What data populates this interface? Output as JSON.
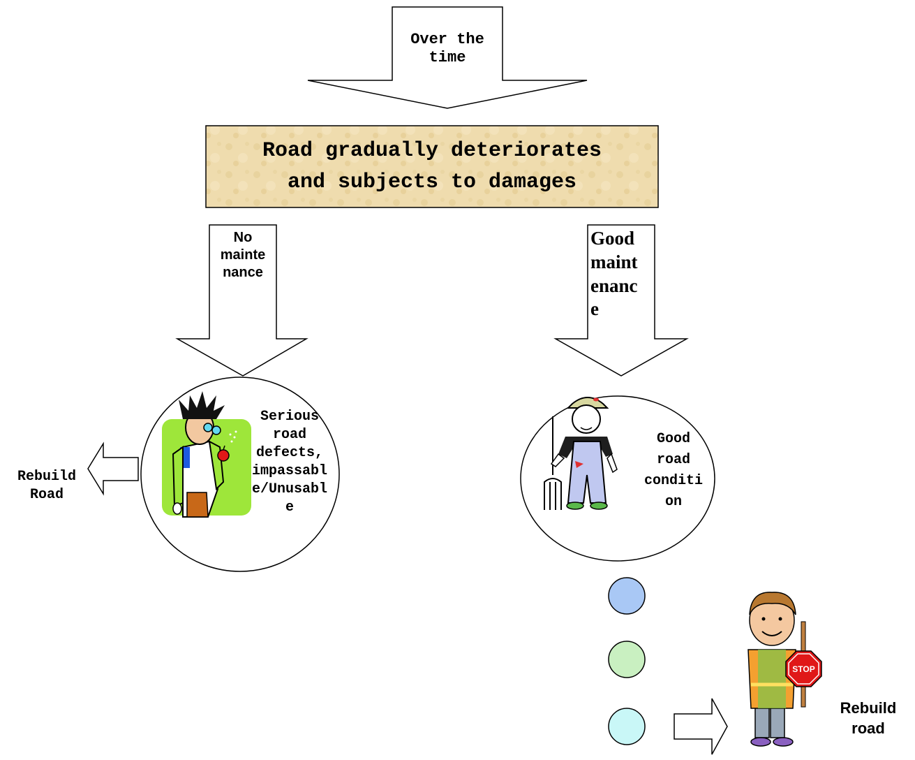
{
  "top_arrow": {
    "text": "Over the time"
  },
  "main_box": {
    "line1": "Road gradually deteriorates",
    "line2": "and subjects to damages"
  },
  "left_branch": {
    "arrow_lines": [
      "No",
      "mainte",
      "nance"
    ],
    "circle_lines": [
      "Serious",
      "road",
      "defects,",
      "impassabl",
      "e/Unusabl",
      "e"
    ],
    "outcome_lines": [
      "Rebuild",
      "Road"
    ]
  },
  "right_branch": {
    "arrow_lines": [
      "Good",
      "maint",
      "enanc",
      "e"
    ],
    "circle_lines": [
      "Good",
      "road",
      "conditi",
      "on"
    ],
    "outcome_lines": [
      "Rebuild",
      "road"
    ]
  },
  "colors": {
    "box_fill": "#efdcae",
    "dot_1": "#a9c8f5",
    "dot_2": "#c9f0c1",
    "dot_3": "#c9f7f7",
    "left_clip_bg": "#9ee63a"
  }
}
